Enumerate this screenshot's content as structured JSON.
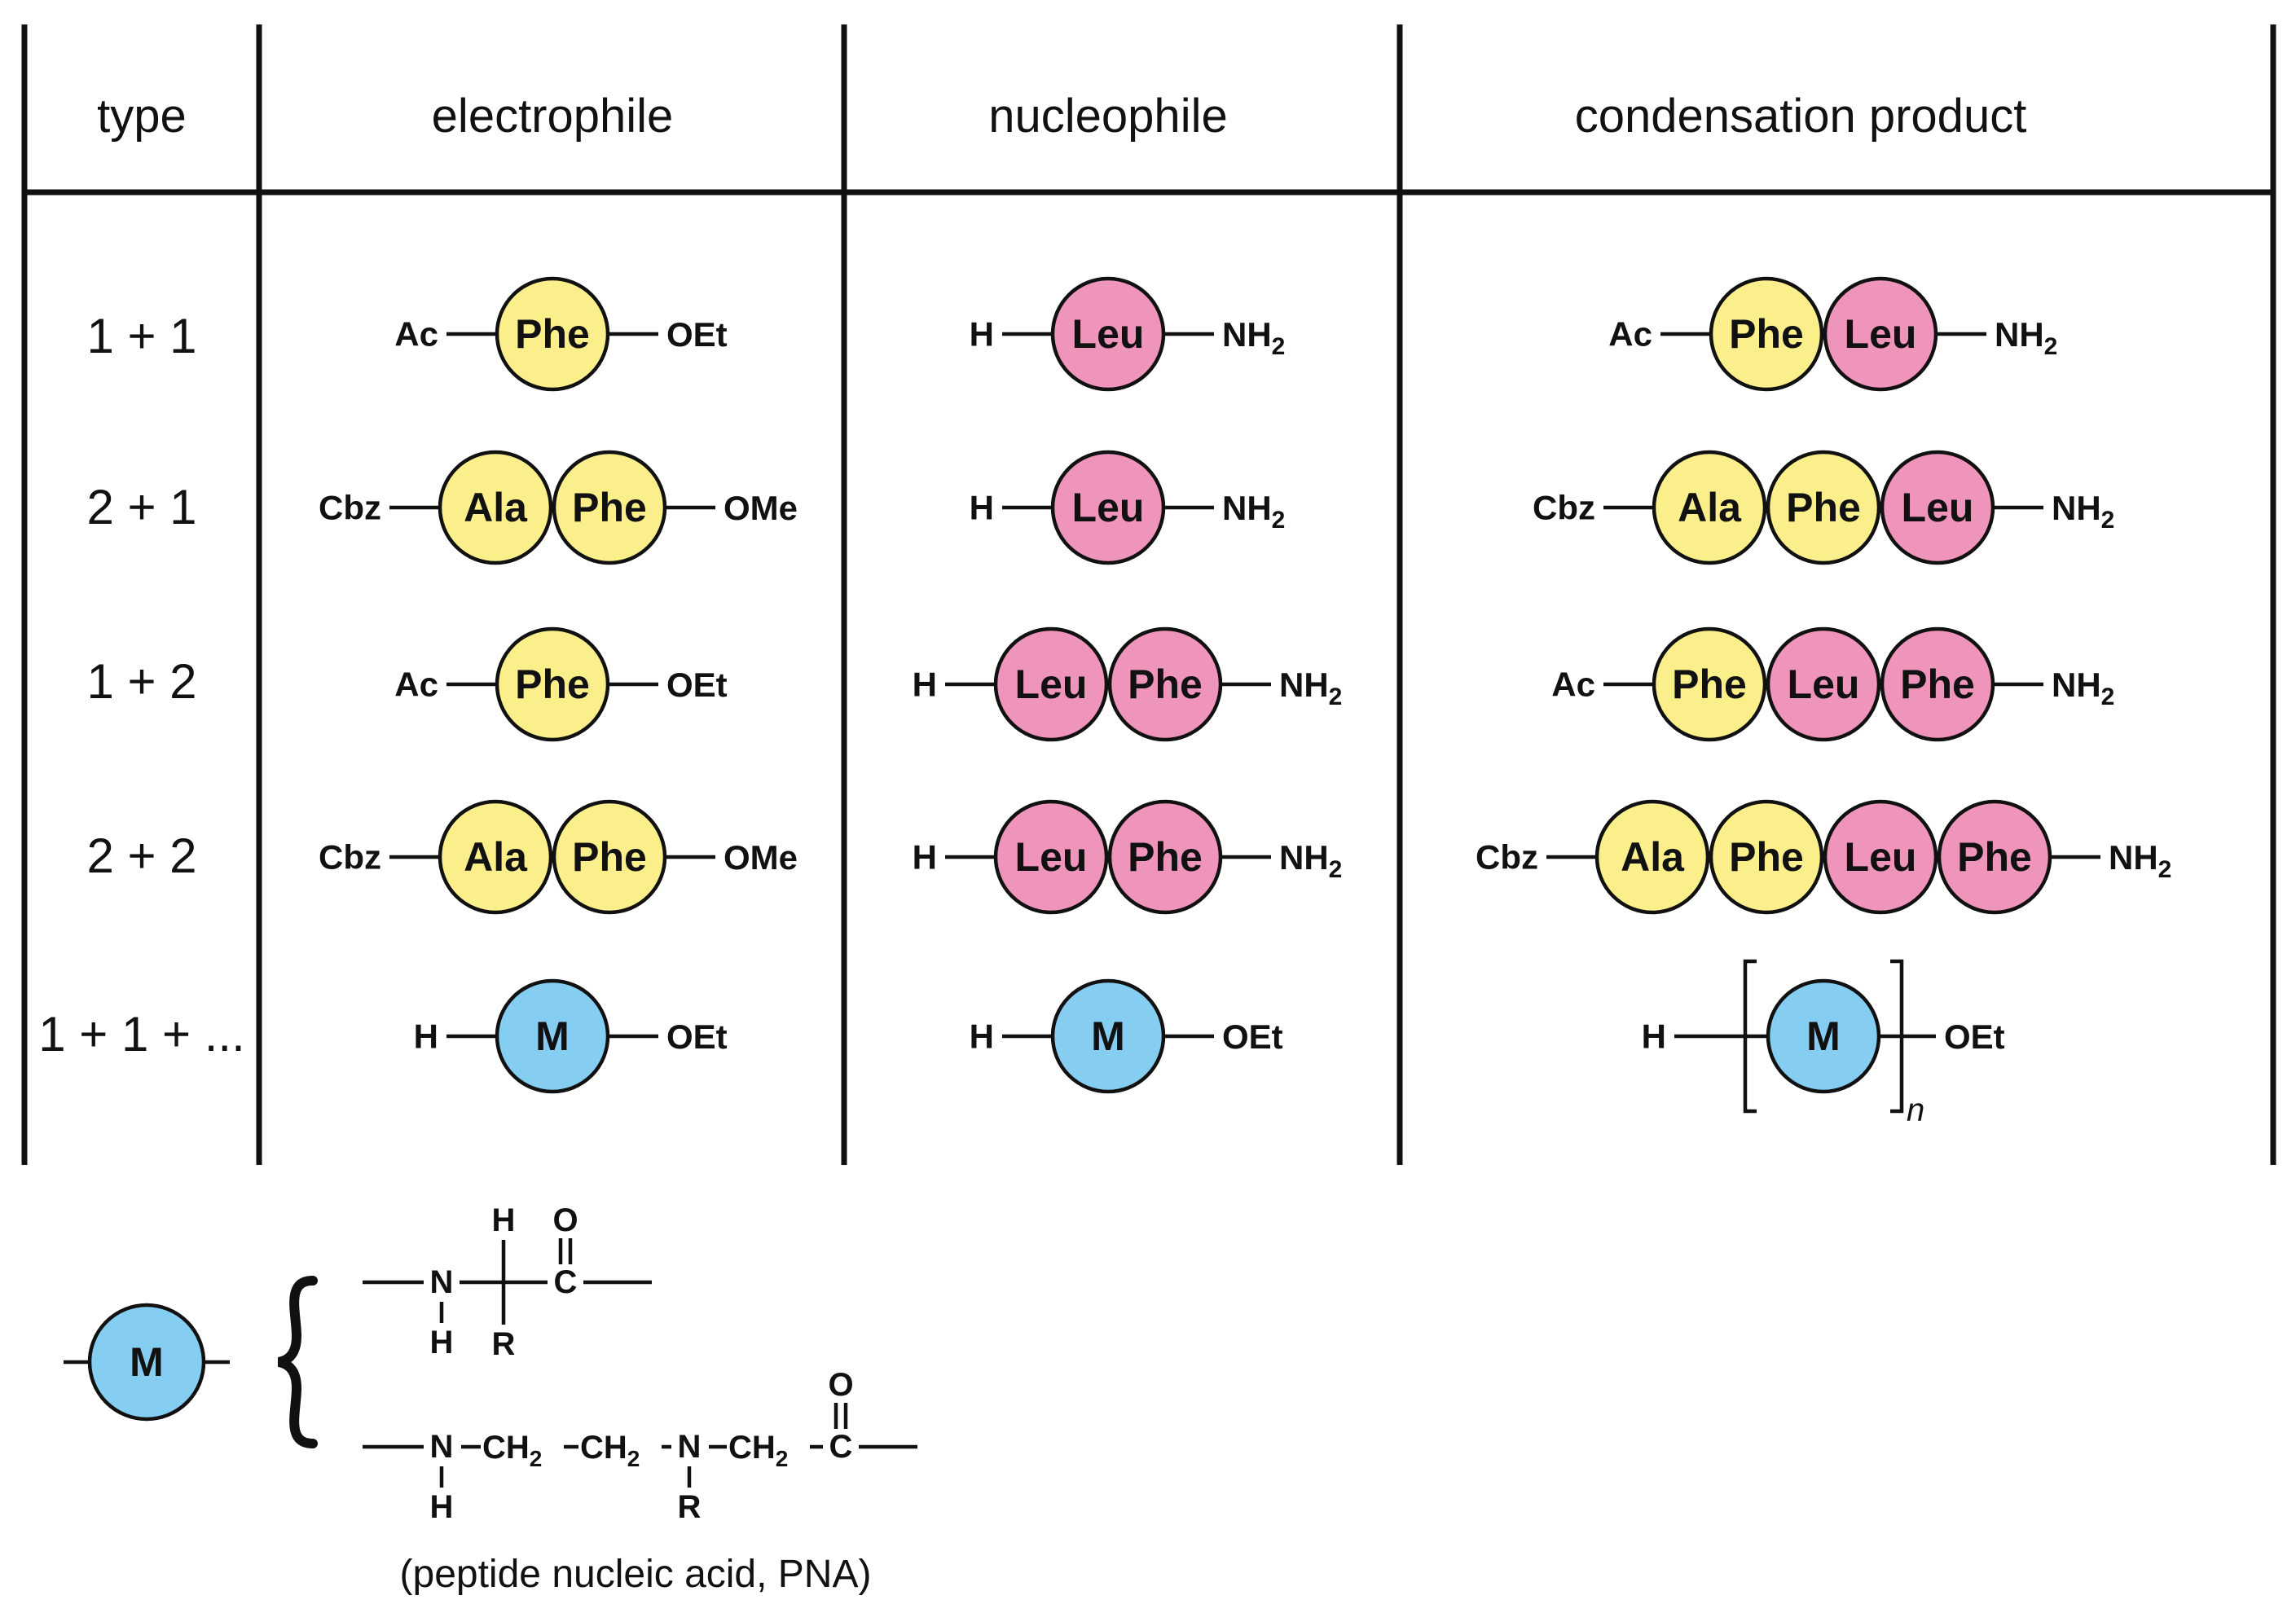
{
  "headers": {
    "type": "type",
    "electrophile": "electrophile",
    "nucleophile": "nucleophile",
    "product": "condensation product"
  },
  "colors": {
    "yellow": "#fbef8c",
    "pink": "#ef95bc",
    "blue": "#86cdf2",
    "line": "#111111"
  },
  "rows": [
    {
      "type": "1 + 1",
      "electrophile": {
        "left": "Ac",
        "beads": [
          {
            "label": "Phe",
            "color": "yellow"
          }
        ],
        "right": "OEt"
      },
      "nucleophile": {
        "left": "H",
        "beads": [
          {
            "label": "Leu",
            "color": "pink"
          }
        ],
        "right": "NH",
        "right_sub": "2"
      },
      "product": {
        "left": "Ac",
        "beads": [
          {
            "label": "Phe",
            "color": "yellow"
          },
          {
            "label": "Leu",
            "color": "pink"
          }
        ],
        "right": "NH",
        "right_sub": "2"
      }
    },
    {
      "type": "2 + 1",
      "electrophile": {
        "left": "Cbz",
        "beads": [
          {
            "label": "Ala",
            "color": "yellow"
          },
          {
            "label": "Phe",
            "color": "yellow"
          }
        ],
        "right": "OMe"
      },
      "nucleophile": {
        "left": "H",
        "beads": [
          {
            "label": "Leu",
            "color": "pink"
          }
        ],
        "right": "NH",
        "right_sub": "2"
      },
      "product": {
        "left": "Cbz",
        "beads": [
          {
            "label": "Ala",
            "color": "yellow"
          },
          {
            "label": "Phe",
            "color": "yellow"
          },
          {
            "label": "Leu",
            "color": "pink"
          }
        ],
        "right": "NH",
        "right_sub": "2"
      }
    },
    {
      "type": "1 + 2",
      "electrophile": {
        "left": "Ac",
        "beads": [
          {
            "label": "Phe",
            "color": "yellow"
          }
        ],
        "right": "OEt"
      },
      "nucleophile": {
        "left": "H",
        "beads": [
          {
            "label": "Leu",
            "color": "pink"
          },
          {
            "label": "Phe",
            "color": "pink"
          }
        ],
        "right": "NH",
        "right_sub": "2"
      },
      "product": {
        "left": "Ac",
        "beads": [
          {
            "label": "Phe",
            "color": "yellow"
          },
          {
            "label": "Leu",
            "color": "pink"
          },
          {
            "label": "Phe",
            "color": "pink"
          }
        ],
        "right": "NH",
        "right_sub": "2"
      }
    },
    {
      "type": "2 + 2",
      "electrophile": {
        "left": "Cbz",
        "beads": [
          {
            "label": "Ala",
            "color": "yellow"
          },
          {
            "label": "Phe",
            "color": "yellow"
          }
        ],
        "right": "OMe"
      },
      "nucleophile": {
        "left": "H",
        "beads": [
          {
            "label": "Leu",
            "color": "pink"
          },
          {
            "label": "Phe",
            "color": "pink"
          }
        ],
        "right": "NH",
        "right_sub": "2"
      },
      "product": {
        "left": "Cbz",
        "beads": [
          {
            "label": "Ala",
            "color": "yellow"
          },
          {
            "label": "Phe",
            "color": "yellow"
          },
          {
            "label": "Leu",
            "color": "pink"
          },
          {
            "label": "Phe",
            "color": "pink"
          }
        ],
        "right": "NH",
        "right_sub": "2"
      }
    },
    {
      "type": "1 + 1 + ...",
      "electrophile": {
        "left": "H",
        "beads": [
          {
            "label": "M",
            "color": "blue"
          }
        ],
        "right": "OEt"
      },
      "nucleophile": {
        "left": "H",
        "beads": [
          {
            "label": "M",
            "color": "blue"
          }
        ],
        "right": "OEt"
      },
      "product": {
        "left": "H",
        "beads": [
          {
            "label": "M",
            "color": "blue"
          }
        ],
        "right": "OEt",
        "repeat": "n"
      }
    }
  ],
  "legend": {
    "bead": "M",
    "amino_acid": {
      "h_top": "H",
      "o_top": "O",
      "n": "N",
      "c": "C",
      "h_bottom": "H",
      "r_bottom": "R"
    },
    "pna": {
      "n1": "N",
      "ch2_a": "CH",
      "ch2_b": "CH",
      "n2": "N",
      "ch2_c": "CH",
      "sub": "2",
      "c": "C",
      "o_top": "O",
      "h_bottom": "H",
      "r_bottom": "R"
    },
    "caption": "(peptide nucleic acid, PNA)"
  }
}
